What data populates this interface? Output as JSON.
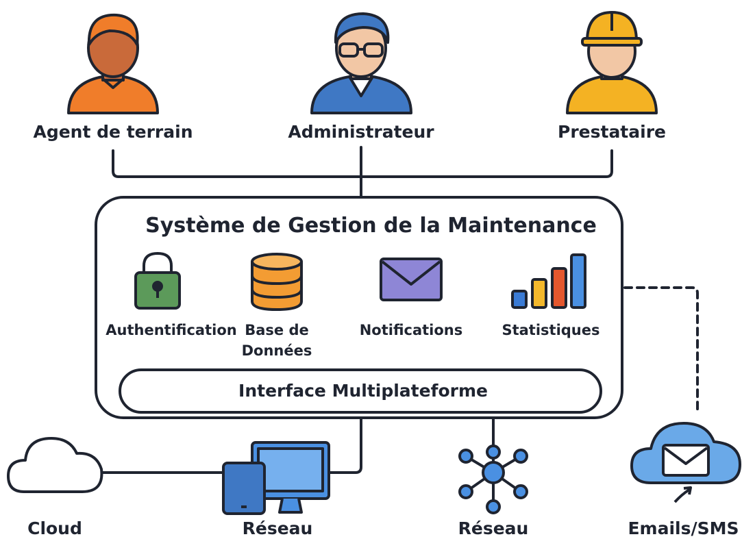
{
  "actors": {
    "agent": {
      "label": "Agent de terrain",
      "shirt_color": "#f07d2a"
    },
    "admin": {
      "label": "Administrateur",
      "shirt_color": "#3f78c4"
    },
    "contractor": {
      "label": "Prestataire",
      "shirt_color": "#f4b223",
      "helmet_color": "#f4b223"
    }
  },
  "system": {
    "title": "Système de Gestion de la Maintenance",
    "features": {
      "auth": {
        "label": "Authentification",
        "icon": "padlock-icon",
        "color": "#5c9a5a"
      },
      "db": {
        "label_line1": "Base de",
        "label_line2": "Données",
        "icon": "database-icon",
        "color": "#f39c33"
      },
      "notif": {
        "label": "Notifications",
        "icon": "envelope-icon",
        "color": "#8e86d6"
      },
      "stats": {
        "label": "Statistiques",
        "icon": "bar-chart-icon",
        "colors": [
          "#3a7bd5",
          "#f3b82c",
          "#e4572e",
          "#4a90e2"
        ]
      }
    },
    "interface_label": "Interface Multiplateforme"
  },
  "bottom": {
    "cloud": {
      "label": "Cloud",
      "icon": "cloud-icon"
    },
    "devices": {
      "label": "Réseau",
      "icon": "devices-icon"
    },
    "network": {
      "label": "Réseau",
      "icon": "network-icon"
    },
    "messaging": {
      "label": "Emails/SMS",
      "icon": "cloud-mail-icon",
      "color": "#6aa9e8"
    }
  }
}
